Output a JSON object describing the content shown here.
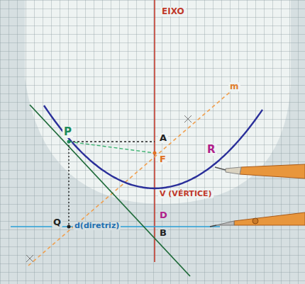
{
  "diagram": {
    "labels": [
      "EIXO",
      "P",
      "A",
      "F",
      "R",
      "V (VÉRTICE)",
      "m",
      "Q",
      "d(diretriz)",
      "D",
      "B"
    ]
  }
}
